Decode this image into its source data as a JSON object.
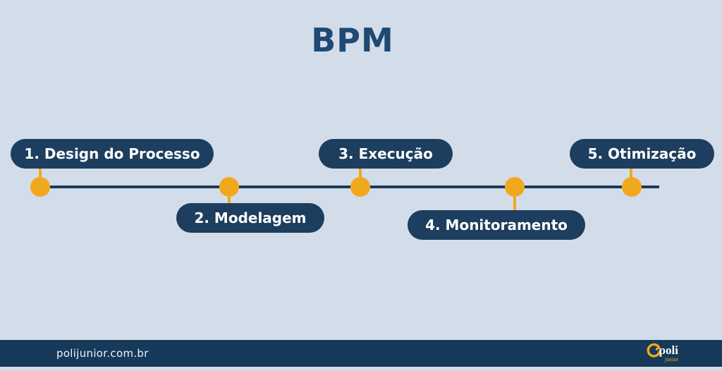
{
  "title": "BPM",
  "timeline": {
    "steps": [
      {
        "label": "1. Design do Processo",
        "position": "above"
      },
      {
        "label": "2. Modelagem",
        "position": "below"
      },
      {
        "label": "3. Execução",
        "position": "above"
      },
      {
        "label": "4. Monitoramento",
        "position": "below"
      },
      {
        "label": "5. Otimização",
        "position": "above"
      }
    ]
  },
  "footer": {
    "website": "polijunior.com.br",
    "logo": {
      "name": "poli",
      "subtitle": "júnior"
    }
  },
  "colors": {
    "background": "#d3dde9",
    "footer_navy": "#17395a",
    "pill_navy": "#1d3e5e",
    "title_navy": "#1e4a74",
    "line_navy": "#1d3a57",
    "accent_orange": "#f2a81d",
    "text_light": "#ffffff"
  }
}
